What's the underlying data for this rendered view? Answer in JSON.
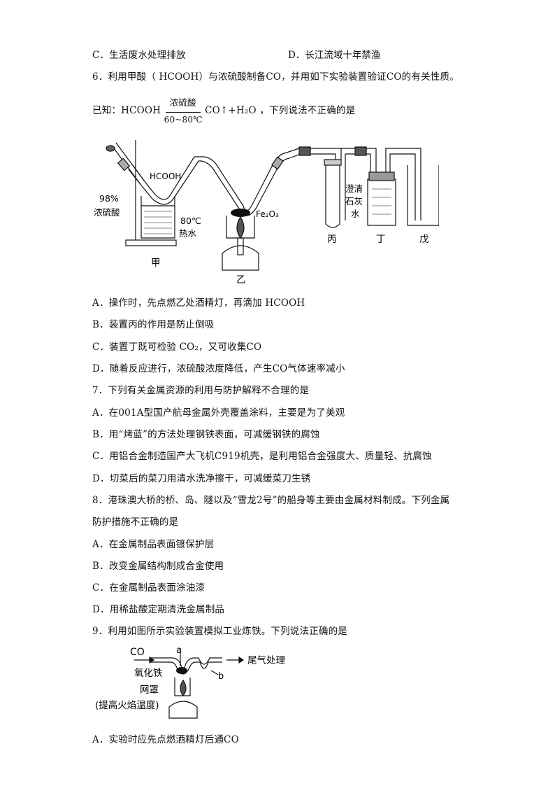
{
  "top": {
    "optC": "C．生活废水处理排放",
    "optD": "D．长江流域十年禁渔"
  },
  "q6": {
    "stem": "6．利用甲酸（ HCOOH）与浓硫酸制备CO，并用如下实验装置验证CO的有关性质。",
    "known_prefix": "已知：HCOOH",
    "cond_top": "浓硫酸",
    "cond_bottom": "60~80℃",
    "known_products": "CO↑+H₂O",
    "known_suffix": "，下列说法不正确的是",
    "figure": {
      "hcooh": "HCOOH",
      "acid_line1": "98%",
      "acid_line2": "浓硫酸",
      "water_line1": "80℃",
      "water_line2": "热水",
      "fe2o3": "Fe₂O₃",
      "limewater": [
        "澄清",
        "石灰",
        "水"
      ],
      "labels": [
        "甲",
        "乙",
        "丙",
        "丁",
        "戊"
      ]
    },
    "options": [
      "A．操作时，先点燃乙处酒精灯，再滴加 HCOOH",
      "B．装置丙的作用是防止倒吸",
      "C．装置丁既可检验 CO₂，又可收集CO",
      "D．随着反应进行，浓硫酸浓度降低，产生CO气体速率减小"
    ]
  },
  "q7": {
    "stem": "7．下列有关金属资源的利用与防护解释不合理的是",
    "options": [
      "A．在001A型国产航母金属外壳覆盖涂料，主要是为了美观",
      "B．用“烤蓝”的方法处理钢铁表面，可减缓钢铁的腐蚀",
      "C．用铝合金制造国产大飞机C919机壳，是利用铝合金强度大、质量轻、抗腐蚀",
      "D．切菜后的菜刀用清水洗净擦干，可减缓菜刀生锈"
    ]
  },
  "q8": {
    "stem1": "8．港珠澳大桥的桥、岛、隧以及“雪龙2号”的船身等主要由金属材料制成。下列金属",
    "stem2": "防护措施不正确的是",
    "options": [
      "A．在金属制品表面镀保护层",
      "B．改变金属结构制成合金使用",
      "C．在金属制品表面涂油漆",
      "D．用稀盐酸定期清洗金属制品"
    ]
  },
  "q9": {
    "stem": "9．利用如图所示实验装置模拟工业炼铁。下列说法正确的是",
    "figure": {
      "co": "CO",
      "a": "a",
      "b": "b",
      "exhaust": "尾气处理",
      "iron_oxide": "氧化铁",
      "mesh": "网罩",
      "mesh_note": "(提高火焰温度)"
    },
    "optA": "A．实验时应先点燃酒精灯后通CO"
  }
}
